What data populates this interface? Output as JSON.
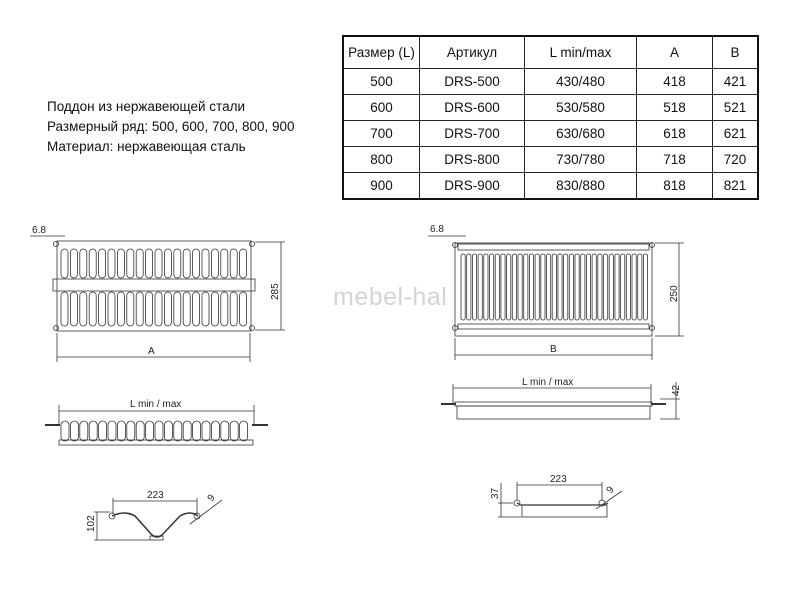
{
  "description": {
    "lines": [
      "Поддон из нержавеющей стали",
      "Размерный ряд: 500, 600, 700, 800, 900",
      "Материал: нержавеющая сталь"
    ]
  },
  "table": {
    "headers": [
      "Размер (L)",
      "Артикул",
      "L min/max",
      "A",
      "B"
    ],
    "rows": [
      [
        "500",
        "DRS-500",
        "430/480",
        "418",
        "421"
      ],
      [
        "600",
        "DRS-600",
        "530/580",
        "518",
        "521"
      ],
      [
        "700",
        "DRS-700",
        "630/680",
        "618",
        "621"
      ],
      [
        "800",
        "DRS-800",
        "730/780",
        "718",
        "720"
      ],
      [
        "900",
        "DRS-900",
        "830/880",
        "818",
        "821"
      ]
    ]
  },
  "watermark": "mebel-hal",
  "drawing_left": {
    "offset": "6.8",
    "height": "285",
    "width": "A",
    "length": "L min / max",
    "profile_width": "223",
    "profile_height": "102",
    "rod": "9"
  },
  "drawing_right": {
    "offset": "6.8",
    "height": "250",
    "width": "B",
    "length": "L min / max",
    "depth": "42",
    "profile_width": "223",
    "profile_height": "37",
    "rod": "9"
  }
}
